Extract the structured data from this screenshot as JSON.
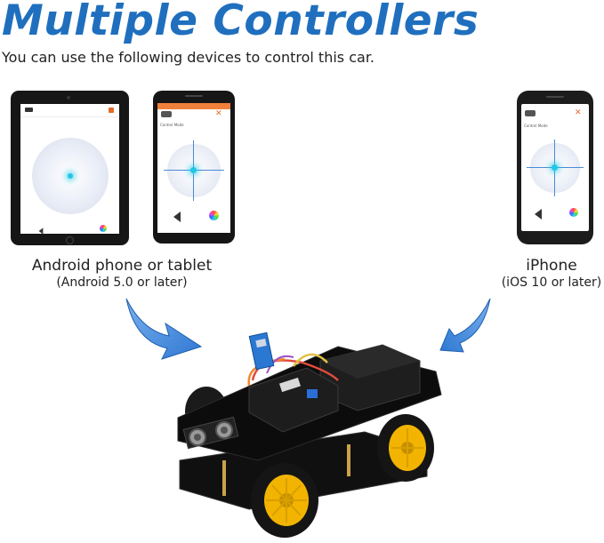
{
  "headline": "Multiple Controllers",
  "subline": "You can use the following devices to control this car.",
  "android": {
    "title": "Android phone or tablet",
    "subtitle": "(Android 5.0 or later)"
  },
  "iphone": {
    "title": "iPhone",
    "subtitle": "(iOS 10 or later)"
  },
  "app": {
    "control_mode": "Control Mode"
  },
  "colors": {
    "headline": "#1f6fbe",
    "arrow": "#3d86dc",
    "app_bar": "#f0813a",
    "wheel_yellow": "#f2b400",
    "chassis": "#121212"
  }
}
